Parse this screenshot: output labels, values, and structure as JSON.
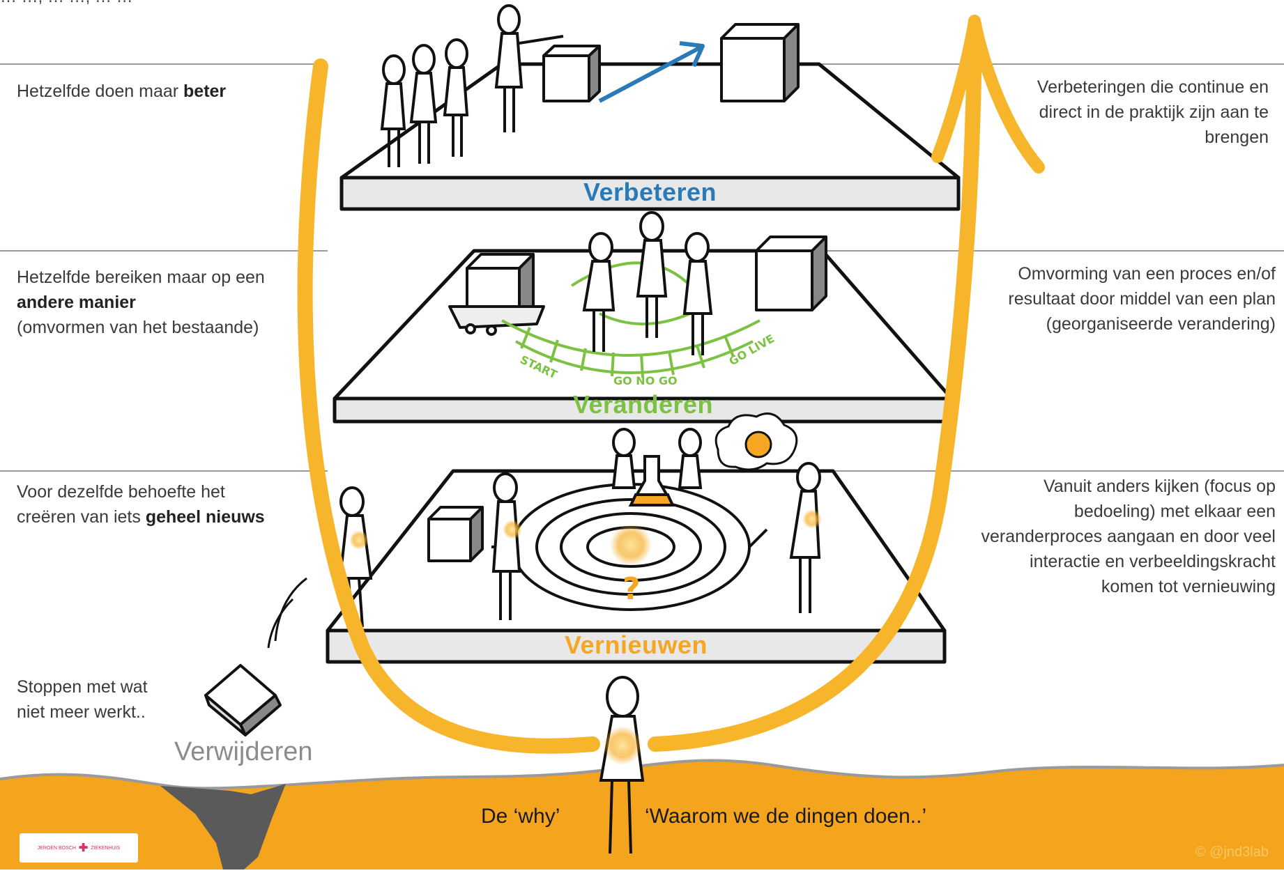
{
  "top_cut_text": "… …, … …, … …",
  "layers": {
    "verbeteren": {
      "label": "Verbeteren",
      "left_text": [
        "Hetzelfde doen maar ",
        "beter"
      ],
      "right_lines": [
        "Verbeteringen die continue en",
        "direct in de praktijk zijn aan te",
        "brengen"
      ]
    },
    "veranderen": {
      "label": "Veranderen",
      "left_lines": [
        "Hetzelfde bereiken maar op een",
        "andere manier",
        "(omvormen van het bestaande)"
      ],
      "right_lines": [
        "Omvorming van een proces en/of",
        "resultaat door middel van een plan",
        "(georganiseerde verandering)"
      ],
      "track_labels": [
        "START",
        "GO NO GO",
        "GO LIVE"
      ]
    },
    "vernieuwen": {
      "label": "Vernieuwen",
      "left_lines": [
        "Voor dezelfde behoefte het",
        "creëren van iets ",
        "geheel nieuws"
      ],
      "right_lines": [
        "Vanuit anders kijken (focus op",
        "bedoeling) met elkaar een",
        "veranderproces aangaan en door veel",
        "interactie en verbeeldingskracht",
        "komen tot vernieuwing"
      ]
    }
  },
  "verwijderen": {
    "label": "Verwijderen",
    "text_lines": [
      "Stoppen met wat",
      "niet meer werkt.."
    ]
  },
  "ground": {
    "why_label": "De ‘why’",
    "why_text": "‘Waarom we de dingen doen..’"
  },
  "logo": {
    "text_left": "JEROEN BOSCH",
    "text_right": "ZIEKENHUIS"
  },
  "watermark": "© @jnd3lab",
  "colors": {
    "verbeteren": "#2a7ab8",
    "veranderen": "#7cc242",
    "vernieuwen": "#f5a623",
    "arrow": "#f7b52c",
    "ground": "#f5a51d",
    "crack": "#5a5a5a"
  }
}
